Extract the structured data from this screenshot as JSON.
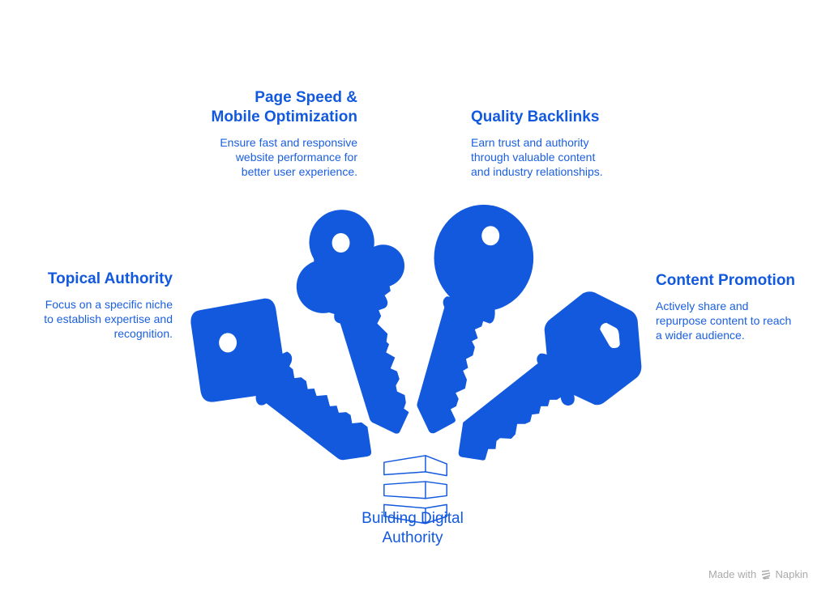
{
  "accent_color": "#1259dd",
  "center": {
    "lines": [
      "Building Digital",
      "Authority"
    ],
    "icon": "stacked-blocks-icon"
  },
  "items": [
    {
      "title": [
        "Topical Authority"
      ],
      "desc": [
        "Focus on a specific niche",
        "to establish expertise and",
        "recognition."
      ],
      "icon": "square-key-icon"
    },
    {
      "title": [
        "Page Speed &",
        "Mobile Optimization"
      ],
      "desc": [
        "Ensure fast and responsive",
        "website performance for",
        "better user experience."
      ],
      "icon": "clover-key-icon"
    },
    {
      "title": [
        "Quality Backlinks"
      ],
      "desc": [
        "Earn trust and authority",
        "through valuable content",
        "and industry relationships."
      ],
      "icon": "round-key-icon"
    },
    {
      "title": [
        "Content Promotion"
      ],
      "desc": [
        "Actively share and",
        "repurpose content to reach",
        "a wider audience."
      ],
      "icon": "hexagon-key-icon"
    }
  ],
  "watermark": {
    "prefix": "Made with",
    "brand": "Napkin"
  }
}
